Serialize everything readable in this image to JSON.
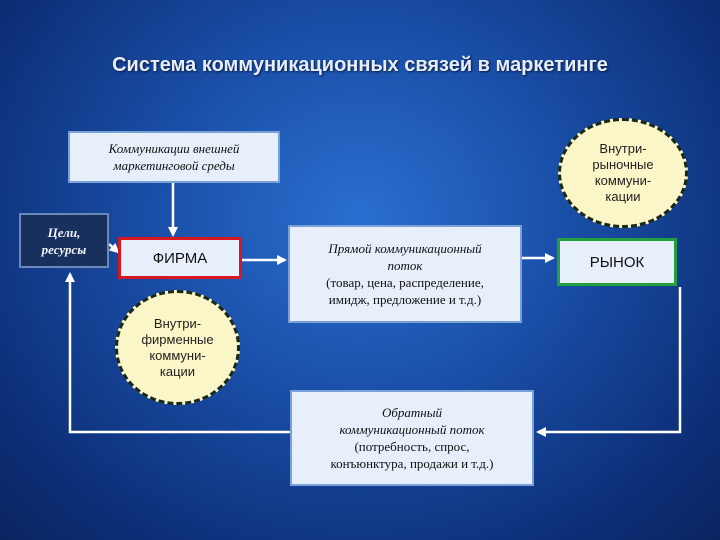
{
  "title": "Система коммуникационных связей в маркетинге",
  "external_env": {
    "line1": "Коммуникации внешней",
    "line2": "маркетинговой среды"
  },
  "goals": {
    "line1": "Цели,",
    "line2": "ресурсы"
  },
  "firm": {
    "label": "ФИРМА"
  },
  "market": {
    "label": "РЫНОК"
  },
  "direct_flow": {
    "heading1": "Прямой коммуникационный",
    "heading2": "поток",
    "detail1": "(товар, цена, распределение,",
    "detail2": "имидж, предложение и т.д.)"
  },
  "feedback_flow": {
    "heading1": "Обратный",
    "heading2": "коммуникационный поток",
    "detail1": "(потребность, спрос,",
    "detail2": "конъюнктура, продажи и т.д.)"
  },
  "intra_market": {
    "line1": "Внутри-",
    "line2": "рыночные",
    "line3": "коммуни-",
    "line4": "кации"
  },
  "intra_firm": {
    "line1": "Внутри-",
    "line2": "фирменные",
    "line3": "коммуни-",
    "line4": "кации"
  },
  "colors": {
    "firm_border": "#d81820",
    "market_border": "#22a040",
    "circle_fill": "#fbf6c8",
    "box_fill": "#e7effb",
    "arrow": "#ffffff"
  }
}
